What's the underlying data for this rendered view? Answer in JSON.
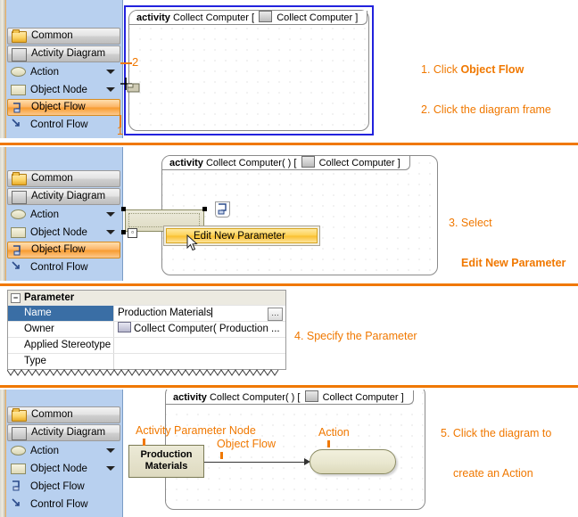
{
  "palette": {
    "items": [
      {
        "label": "Common",
        "icon": "folder-icon",
        "type": "group",
        "caret": false
      },
      {
        "label": "Activity Diagram",
        "icon": "activity-diagram-icon",
        "type": "group",
        "caret": false
      },
      {
        "label": "Action",
        "icon": "ellipse-icon",
        "type": "item",
        "caret": true
      },
      {
        "label": "Object Node",
        "icon": "rectangle-icon",
        "type": "item",
        "caret": true
      },
      {
        "label": "Object Flow",
        "icon": "object-flow-icon",
        "type": "item",
        "caret": false
      },
      {
        "label": "Control Flow",
        "icon": "control-flow-icon",
        "type": "item",
        "caret": false
      }
    ],
    "selected_label": "Object Flow"
  },
  "colors": {
    "accent_orange": "#f07800",
    "selection_blue": "#2222dd",
    "palette_bg": "#b8d0ef",
    "highlight_orange": "#f9a03c",
    "menu_yellow": "#fdd155",
    "row_select_blue": "#3a6ea5"
  },
  "panel1": {
    "frame_keyword": "activity",
    "frame_name": "Collect Computer [",
    "frame_icon": "activity-diagram-icon",
    "frame_tail": "Collect Computer ]",
    "step_marker_1": "1",
    "step_marker_2": "2",
    "annotation_line1_prefix": "1. Click ",
    "annotation_line1_bold": "Object Flow",
    "annotation_line2": "2. Click the diagram frame"
  },
  "panel2": {
    "frame_keyword": "activity",
    "frame_name": "Collect Computer( ) [",
    "frame_icon": "activity-diagram-icon",
    "frame_tail": "Collect Computer ]",
    "context_menu_item": "Edit New Parameter",
    "annotation_line1": "3. Select",
    "annotation_line2": "Edit New Parameter"
  },
  "panel3": {
    "table_title": "Parameter",
    "rows": [
      {
        "name": "Name",
        "value": "Production Materials",
        "selected": true,
        "has_browse": true,
        "editing": true
      },
      {
        "name": "Owner",
        "value": "Collect Computer( Production ...",
        "selected": false,
        "has_icon": true
      },
      {
        "name": "Applied Stereotype",
        "value": "",
        "selected": false
      },
      {
        "name": "Type",
        "value": "",
        "selected": false
      }
    ],
    "annotation": "4. Specify the Parameter"
  },
  "panel4": {
    "frame_keyword": "activity",
    "frame_name": "Collect Computer( ) [",
    "frame_icon": "activity-diagram-icon",
    "frame_tail": "Collect Computer ]",
    "parameter_node_label_line1": "Production",
    "parameter_node_label_line2": "Materials",
    "callout_activity_parameter_node": "Activity Parameter Node",
    "callout_object_flow": "Object Flow",
    "callout_action": "Action",
    "annotation_line1": "5. Click the diagram to",
    "annotation_line2": "create an Action"
  }
}
